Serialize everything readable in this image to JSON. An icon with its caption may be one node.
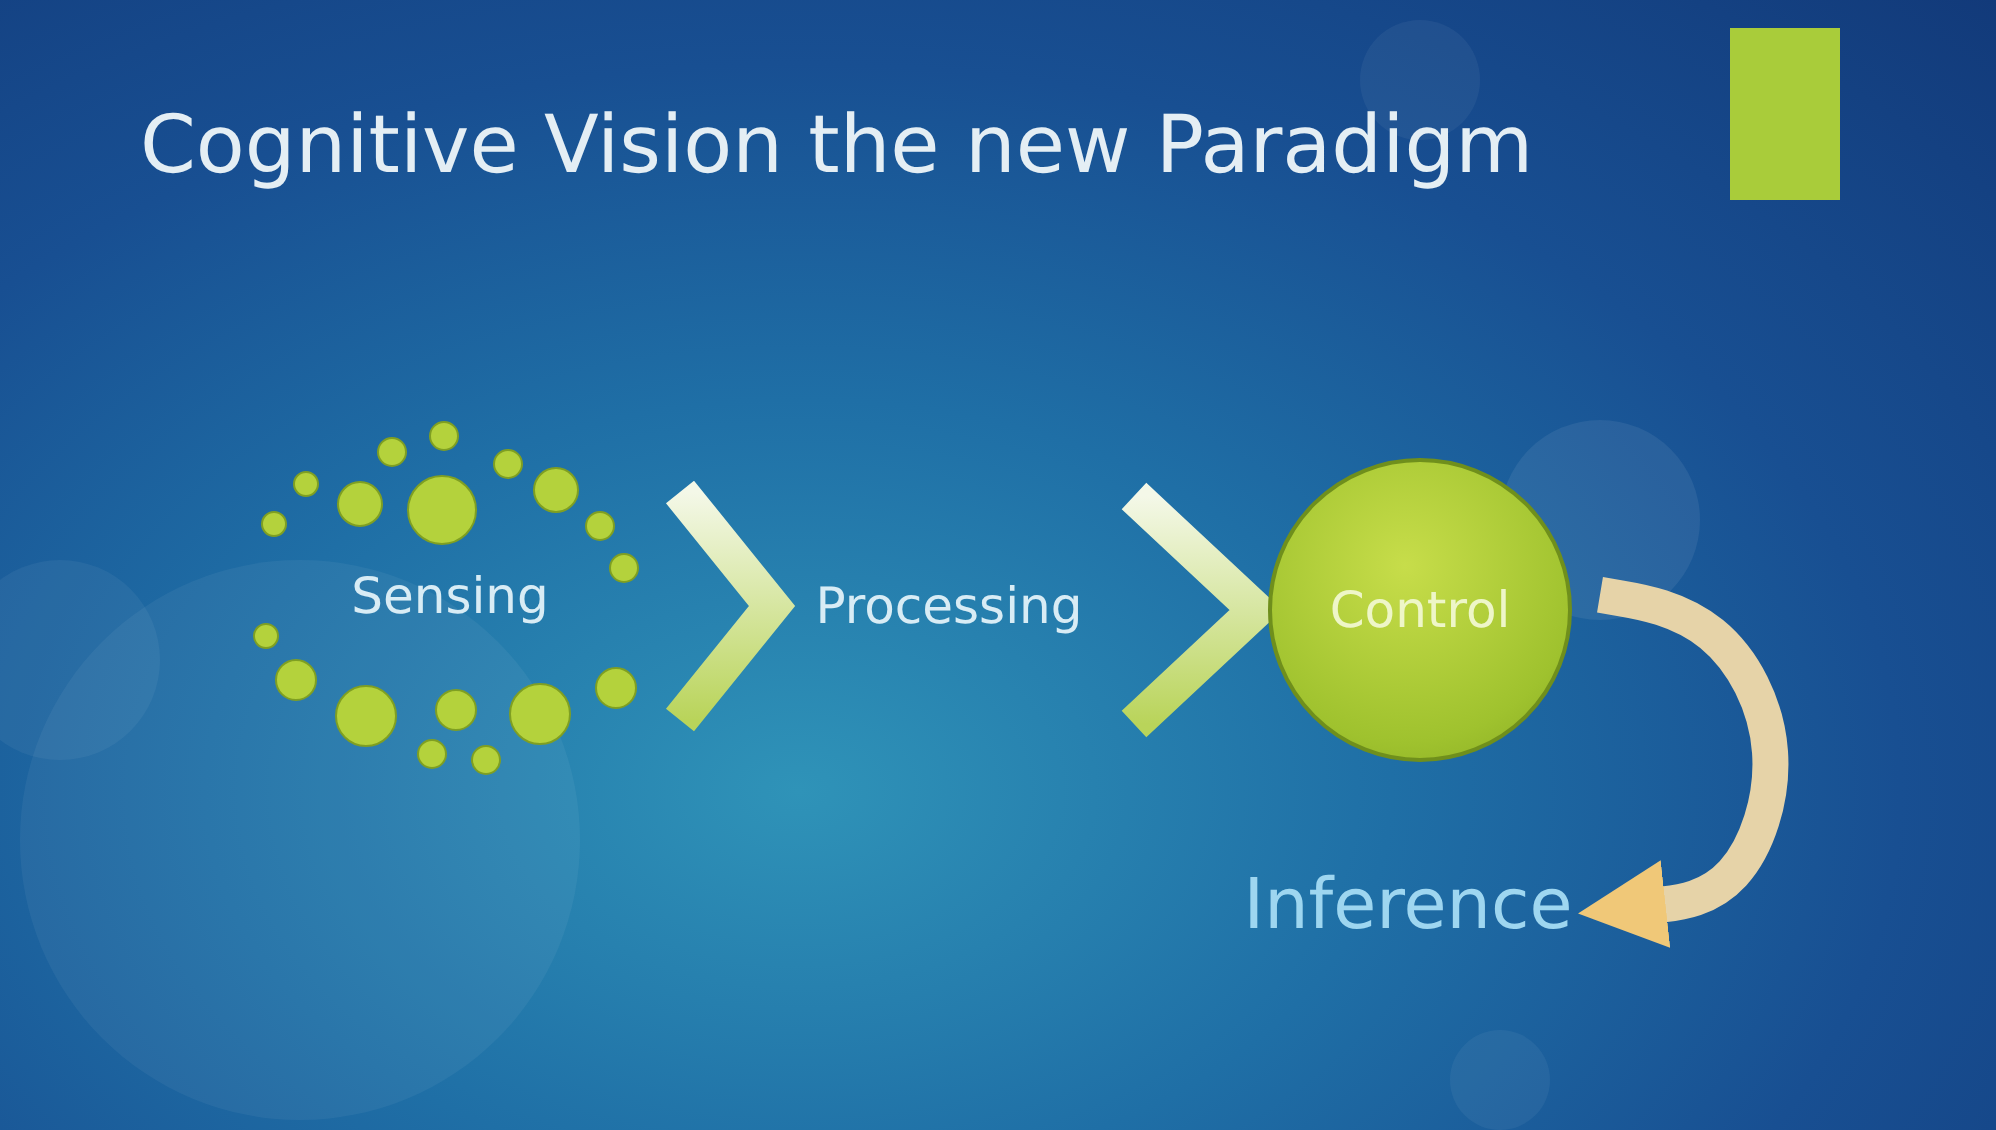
{
  "diagram": {
    "title": "Cognitive Vision the new Paradigm",
    "nodes": [
      {
        "text": [
          "Sensing"
        ]
      },
      {
        "text": [
          "Processing"
        ]
      },
      {
        "text": [
          "Control"
        ]
      },
      {
        "text": [
          "Inference"
        ]
      }
    ],
    "edges": [
      {
        "from": 0,
        "to": 1,
        "arrow": "to"
      },
      {
        "from": 1,
        "to": 2,
        "arrow": "to"
      },
      {
        "from": 2,
        "to": 3,
        "arrow": "to"
      }
    ]
  }
}
